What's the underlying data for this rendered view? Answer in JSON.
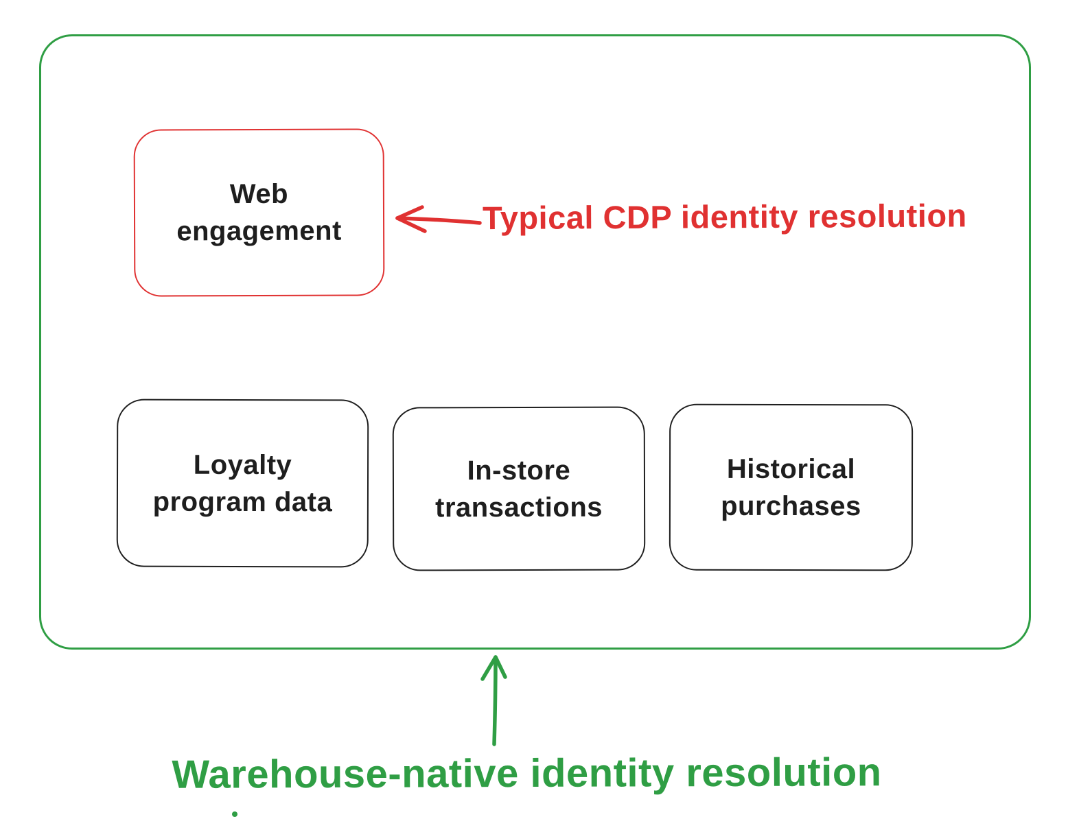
{
  "diagram": {
    "type": "hand-drawn-sketch",
    "boxes": {
      "web_engagement": {
        "label": "Web\nengagement",
        "stroke": "#e03131"
      },
      "loyalty": {
        "label": "Loyalty\nprogram data",
        "stroke": "#1e1e1e"
      },
      "in_store": {
        "label": "In-store\ntransactions",
        "stroke": "#1e1e1e"
      },
      "historical": {
        "label": "Historical\npurchases",
        "stroke": "#1e1e1e"
      }
    },
    "annotations": {
      "cdp": {
        "label": "Typical CDP identity resolution",
        "color": "#e03131",
        "arrow": "points-left-to-web-engagement-box"
      },
      "warehouse": {
        "label": "Warehouse-native identity resolution",
        "color": "#2f9e44",
        "arrow": "points-up-to-outer-green-container"
      }
    },
    "colors": {
      "green": "#2f9e44",
      "red": "#e03131",
      "ink": "#1e1e1e",
      "background": "#ffffff"
    }
  }
}
